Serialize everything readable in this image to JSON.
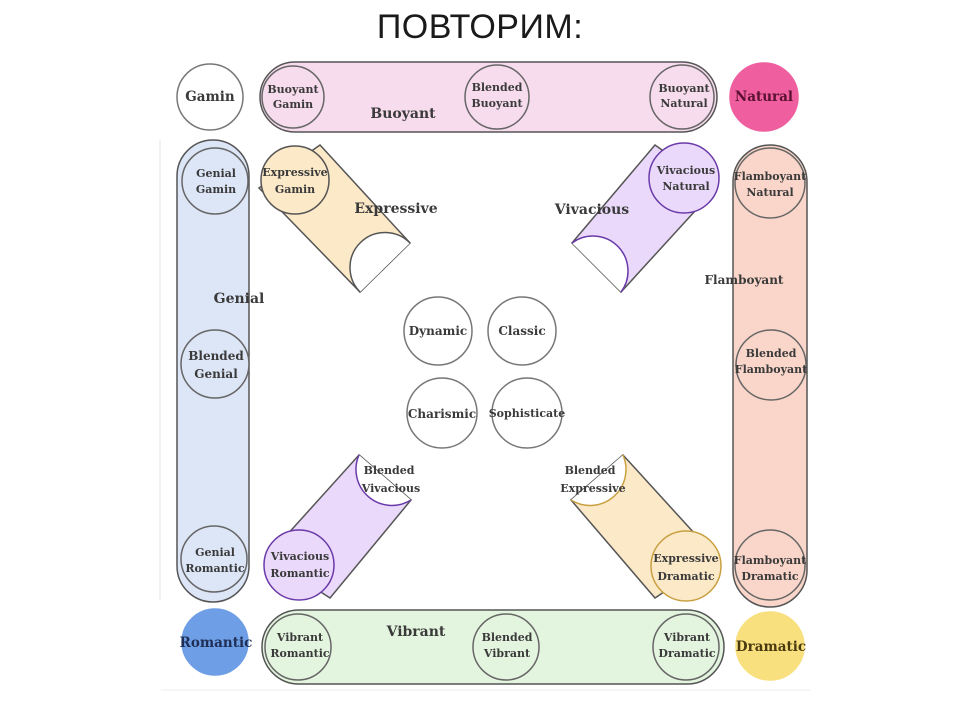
{
  "title": "ПОВТОРИМ:",
  "corners": {
    "gamin": "Gamin",
    "natural": "Natural",
    "romantic": "Romantic",
    "dramatic": "Dramatic"
  },
  "bands": {
    "buoyant": {
      "label": "Buoyant",
      "left": [
        "Buoyant",
        "Gamin"
      ],
      "mid": [
        "Blended",
        "Buoyant"
      ],
      "right": [
        "Buoyant",
        "Natural"
      ]
    },
    "vibrant": {
      "label": "Vibrant",
      "left": [
        "Vibrant",
        "Romantic"
      ],
      "mid": [
        "Blended",
        "Vibrant"
      ],
      "right": [
        "Vibrant",
        "Dramatic"
      ]
    },
    "genial": {
      "label": "Genial",
      "top": [
        "Genial",
        "Gamin"
      ],
      "mid": [
        "Blended",
        "Genial"
      ],
      "bottom": [
        "Genial",
        "Romantic"
      ]
    },
    "flamboyant": {
      "label": "Flamboyant",
      "top": [
        "Flamboyant",
        "Natural"
      ],
      "mid": [
        "Blended",
        "Flamboyant"
      ],
      "bottom": [
        "Flamboyant",
        "Dramatic"
      ]
    }
  },
  "diagonals": {
    "expressive": {
      "label": "Expressive",
      "end": [
        "Expressive",
        "Gamin"
      ],
      "blended": [
        "Blended",
        "Expressive"
      ],
      "end2": [
        "Expressive",
        "Dramatic"
      ]
    },
    "vivacious": {
      "label": "Vivacious",
      "end": [
        "Vivacious",
        "Natural"
      ],
      "blended": [
        "Blended",
        "Vivacious"
      ],
      "end2": [
        "Vivacious",
        "Romantic"
      ]
    }
  },
  "center": {
    "dynamic": "Dynamic",
    "classic": "Classic",
    "charismic": "Charismic",
    "sophisticate": "Sophisticate"
  },
  "colors": {
    "buoyant": "#f7dced",
    "vibrant": "#e4f5df",
    "genial": "#dde6f7",
    "flamboyant": "#f9d6c9",
    "expressive": "#fce9c8",
    "vivacious": "#ead9fa",
    "natural": "#ef5f9f",
    "romantic": "#6e9fe6",
    "dramatic": "#f9e07e"
  }
}
